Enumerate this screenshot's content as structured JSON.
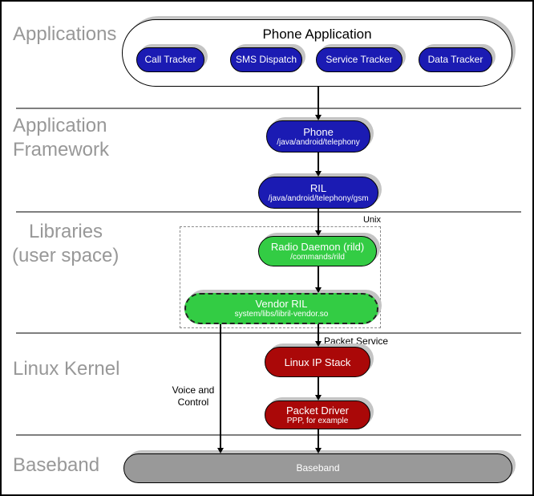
{
  "sections": {
    "applications": {
      "label": "Applications"
    },
    "application_framework": {
      "label_line1": "Application",
      "label_line2": "Framework"
    },
    "libraries": {
      "label_line1": "Libraries",
      "label_line2": "(user space)"
    },
    "linux_kernel": {
      "label": "Linux Kernel"
    },
    "baseband": {
      "label": "Baseband"
    }
  },
  "nodes": {
    "phone_application": {
      "title": "Phone Application"
    },
    "call_tracker": {
      "label": "Call Tracker"
    },
    "sms_dispatch": {
      "label": "SMS Dispatch"
    },
    "service_tracker": {
      "label": "Service Tracker"
    },
    "data_tracker": {
      "label": "Data Tracker"
    },
    "phone": {
      "label": "Phone",
      "sublabel": "/java/android/telephony"
    },
    "ril": {
      "label": "RIL",
      "sublabel": "/java/android/telephony/gsm"
    },
    "radio_daemon": {
      "label": "Radio Daemon (rild)",
      "sublabel": "/commands/rild"
    },
    "vendor_ril": {
      "label": "Vendor RIL",
      "sublabel": "system/libs/libril-vendor.so"
    },
    "linux_ip_stack": {
      "label": "Linux IP Stack"
    },
    "packet_driver": {
      "label": "Packet Driver",
      "sublabel": "PPP, for example"
    },
    "baseband": {
      "label": "Baseband"
    }
  },
  "annotations": {
    "unix": "Unix",
    "packet_service": "Packet Service",
    "voice_control_line1": "Voice and",
    "voice_control_line2": "Control"
  },
  "colors": {
    "app_blue": "#1b1bb3",
    "library_green": "#33cc44",
    "kernel_red": "#aa0808",
    "baseband_gray": "#999999",
    "shadow_gray": "#c4c4c4",
    "section_label_gray": "#989898",
    "divider_gray": "#7f7f7f"
  }
}
